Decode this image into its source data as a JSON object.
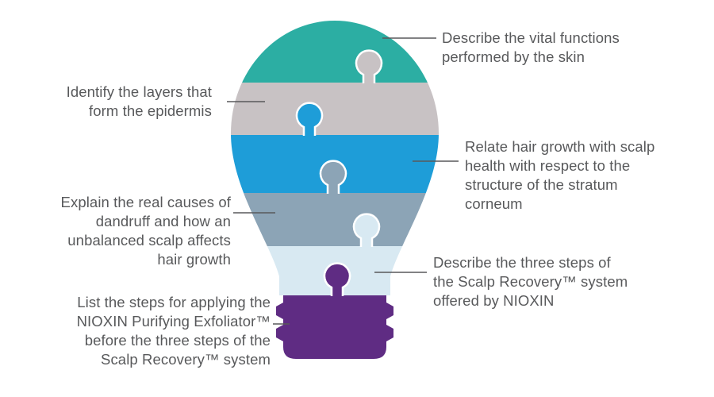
{
  "diagram": {
    "type": "puzzle-lightbulb-infographic",
    "colors": {
      "background": "#FFFFFF",
      "text": "#58595B",
      "connector": "#58595B"
    },
    "bands": [
      {
        "id": "teal",
        "color": "#2CAEA3"
      },
      {
        "id": "gray",
        "color": "#C8C2C4"
      },
      {
        "id": "blue",
        "color": "#1E9DD8"
      },
      {
        "id": "slate",
        "color": "#8CA4B6"
      },
      {
        "id": "light-blue",
        "color": "#D8E9F2"
      },
      {
        "id": "purple",
        "color": "#5F2C83"
      }
    ],
    "callouts": [
      {
        "side": "right",
        "band": "teal",
        "text": "Describe the vital functions performed by the skin",
        "lines": [
          "Describe the vital functions",
          "performed by the skin"
        ]
      },
      {
        "side": "left",
        "band": "gray",
        "text": "Identify the layers that form the epidermis",
        "lines": [
          "Identify the layers that",
          "form the epidermis"
        ]
      },
      {
        "side": "right",
        "band": "blue",
        "text": "Relate hair growth with scalp health with respect to the structure of the stratum corneum",
        "lines": [
          "Relate hair growth with scalp",
          "health with respect to the",
          "structure of the stratum",
          "corneum"
        ]
      },
      {
        "side": "left",
        "band": "slate",
        "text": "Explain the real causes of dandruff and how an unbalanced scalp affects hair growth",
        "lines": [
          "Explain the real causes of",
          "dandruff and how an",
          "unbalanced scalp affects",
          "hair growth"
        ]
      },
      {
        "side": "right",
        "band": "light-blue",
        "text": "Describe the three steps of the Scalp Recovery™ system offered by NIOXIN",
        "lines": [
          "Describe the three steps of",
          "the Scalp Recovery™ system",
          "offered by NIOXIN"
        ]
      },
      {
        "side": "left",
        "band": "purple",
        "text": "List the steps for applying the NIOXIN Purifying Exfoliator™ before the three steps of the Scalp Recovery™ system",
        "lines": [
          "List the steps for applying the",
          "NIOXIN Purifying Exfoliator™",
          "before the three steps of the",
          "Scalp Recovery™ system"
        ]
      }
    ]
  }
}
